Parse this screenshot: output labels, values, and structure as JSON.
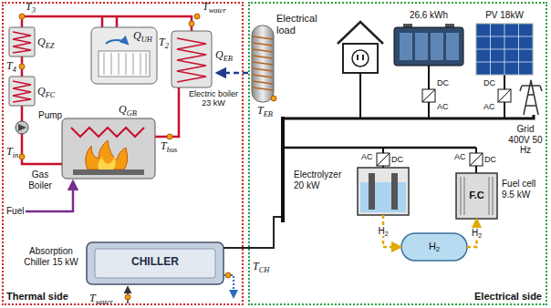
{
  "diagram": {
    "nodes": [
      {
        "text": [
          "Thermal side"
        ]
      },
      {
        "text": [
          "Electrical side"
        ]
      },
      {
        "text": [
          "Electric boiler 23 kW"
        ],
        "in": 0
      },
      {
        "text": [
          "Gas Boiler"
        ],
        "in": 0
      },
      {
        "text": [
          "Absorption Chiller 15 kW",
          "CHILLER"
        ],
        "in": 0
      },
      {
        "text": [
          "Electrical load"
        ],
        "in": 1
      },
      {
        "text": [
          "26.6 kWh"
        ],
        "in": 1
      },
      {
        "text": [
          "PV 18kW"
        ],
        "in": 1
      },
      {
        "text": [
          "Grid 400V 50 Hz"
        ],
        "in": 1
      },
      {
        "text": [
          "Electrolyzer 20 kW"
        ],
        "in": 1
      },
      {
        "text": [
          "Fuel cell 9.5 kW",
          "F.C"
        ],
        "in": 1
      },
      {
        "text": [
          "H2"
        ],
        "in": 1
      }
    ],
    "edges": [
      {
        "from": 9,
        "to": 11,
        "label": "H2",
        "arrow": "to"
      },
      {
        "from": 11,
        "to": 10,
        "label": "H2",
        "arrow": "to"
      }
    ],
    "labels": [
      "T3",
      "Twater",
      "QUH",
      "QEZ",
      "T2",
      "QEB",
      "T4",
      "QFC",
      "QGB",
      "Pump",
      "Tbus",
      "Tin",
      "Fuel",
      "TCH",
      "Twater",
      "TEB",
      "DC",
      "AC",
      "DC",
      "AC",
      "AC",
      "DC",
      "AC",
      "DC"
    ]
  }
}
